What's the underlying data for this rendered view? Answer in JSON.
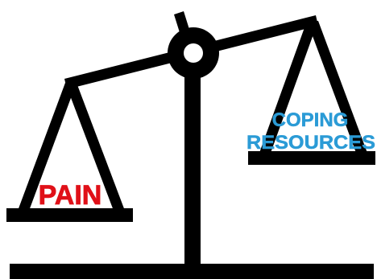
{
  "labels": {
    "left_pan": "PAIN",
    "right_pan_line1": "COPING",
    "right_pan_line2": "RESOURCES"
  },
  "colors": {
    "scale": "#000000",
    "pain_text": "#e01018",
    "coping_text": "#2b9bd6",
    "background": "#ffffff"
  }
}
